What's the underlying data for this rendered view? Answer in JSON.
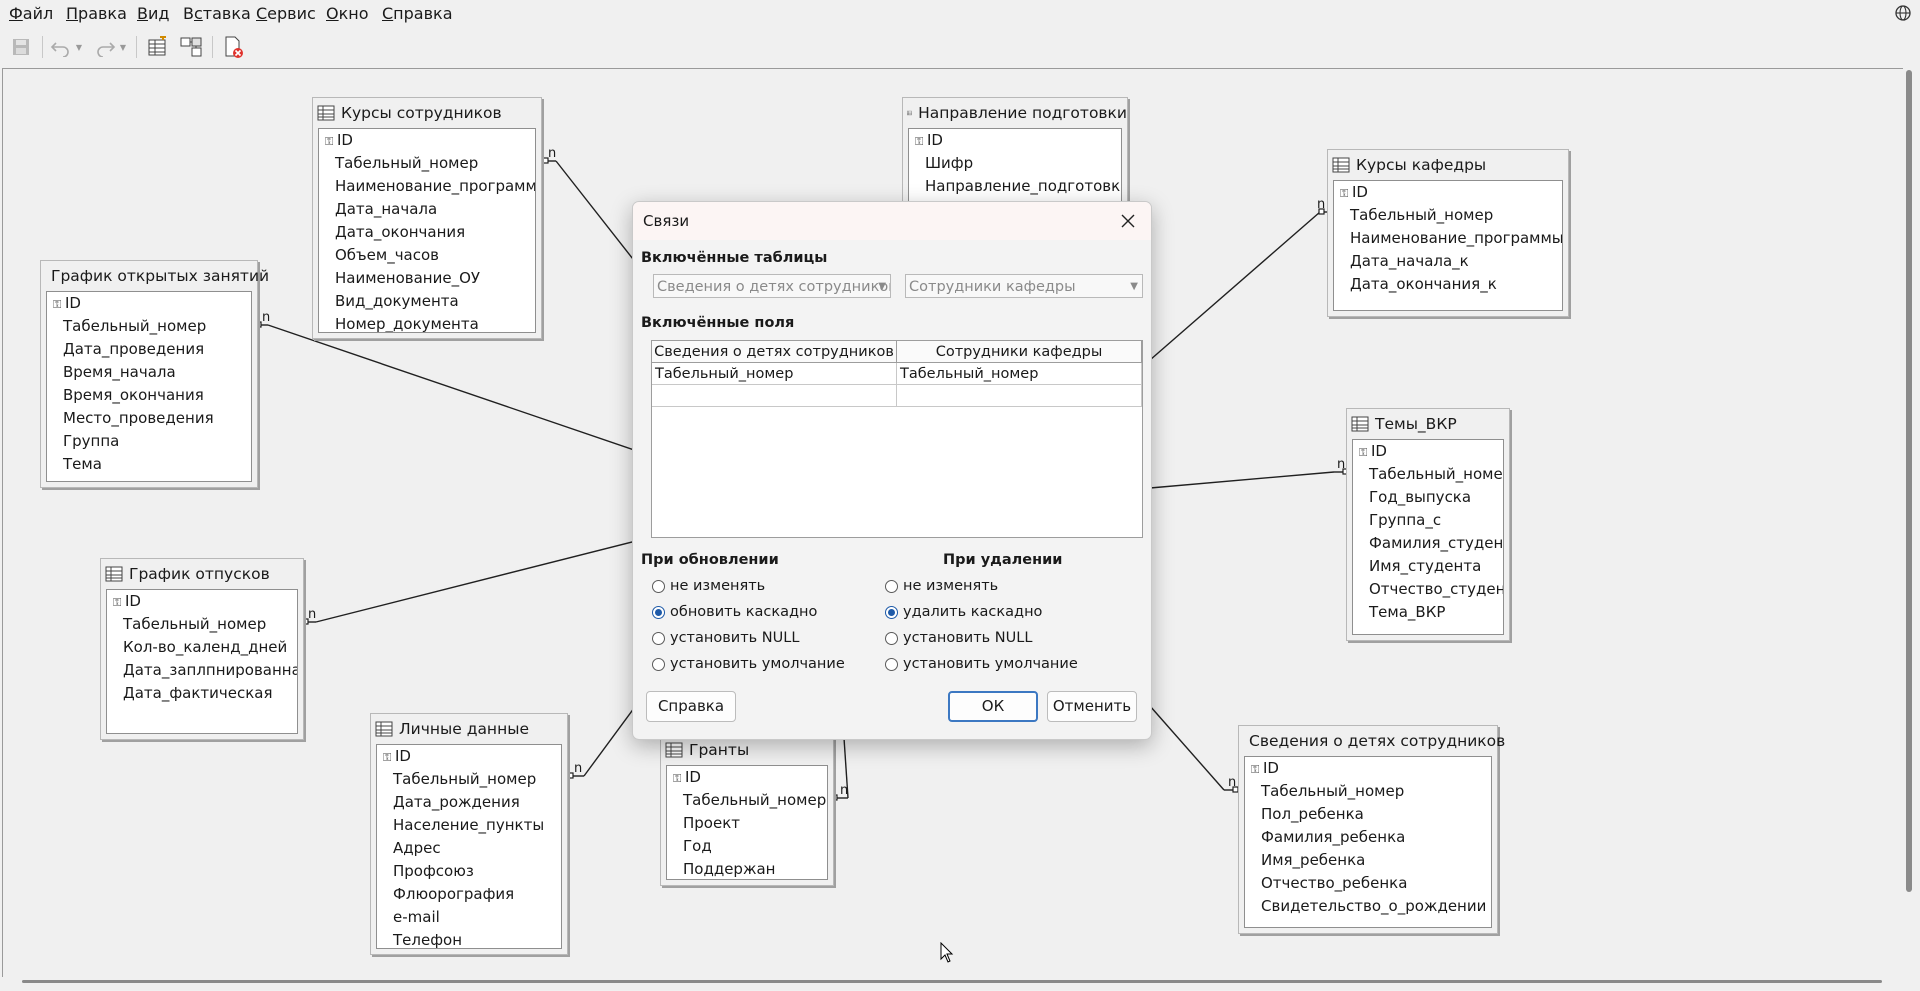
{
  "menu": [
    "Файл",
    "Правка",
    "Вид",
    "Вставка",
    "Сервис",
    "Окно",
    "Справка"
  ],
  "menu_underline": [
    "Ф",
    "П",
    "В",
    "с",
    "С",
    "О",
    "С"
  ],
  "toolbar": {
    "save": "save-icon",
    "undo": "undo-icon",
    "redo": "redo-icon",
    "add_tables": "add-tables-icon",
    "new_relation": "new-relation-icon",
    "delete": "delete-icon"
  },
  "tables": [
    {
      "title": "Курсы сотрудников",
      "fields": [
        "ID",
        "Табельный_номер",
        "Наименование_программы",
        "Дата_начала",
        "Дата_окончания",
        "Объем_часов",
        "Наименование_ОУ",
        "Вид_документа",
        "Номер_документа"
      ]
    },
    {
      "title": "Направление подготовки",
      "fields": [
        "ID",
        "Шифр",
        "Направление_подготовки"
      ]
    },
    {
      "title": "Курсы кафедры",
      "fields": [
        "ID",
        "Табельный_номер",
        "Наименование_программы_к",
        "Дата_начала_к",
        "Дата_окончания_к"
      ]
    },
    {
      "title": "График открытых занятий",
      "fields": [
        "ID",
        "Табельный_номер",
        "Дата_проведения",
        "Время_начала",
        "Время_окончания",
        "Место_проведения",
        "Группа",
        "Тема"
      ]
    },
    {
      "title": "Темы_ВКР",
      "fields": [
        "ID",
        "Табельный_номер",
        "Год_выпуска",
        "Группа_с",
        "Фамилия_студента",
        "Имя_студента",
        "Отчество_студента",
        "Тема_ВКР"
      ]
    },
    {
      "title": "График отпусков",
      "fields": [
        "ID",
        "Табельный_номер",
        "Кол-во_календ_дней",
        "Дата_заплпнированная",
        "Дата_фактическая"
      ]
    },
    {
      "title": "Личные данные",
      "fields": [
        "ID",
        "Табельный_номер",
        "Дата_рождения",
        "Население_пункты",
        "Адрес",
        "Профсоюз",
        "Флюорография",
        "e-mail",
        "Телефон"
      ]
    },
    {
      "title": "Гранты",
      "fields": [
        "ID",
        "Табельный_номер",
        "Проект",
        "Год",
        "Поддержан"
      ]
    },
    {
      "title": "Сведения о детях сотрудников",
      "fields": [
        "ID",
        "Табельный_номер",
        "Пол_ребенка",
        "Фамилия_ребенка",
        "Имя_ребенка",
        "Отчество_ребенка",
        "Свидетельство_о_рождении"
      ]
    }
  ],
  "relation_label": "n",
  "dialog": {
    "title": "Связи",
    "tables_heading": "Включённые таблицы",
    "left_table": "Сведения о детях сотрудников",
    "right_table": "Сотрудники кафедры",
    "fields_heading": "Включённые поля",
    "col_left": "Сведения о детях сотрудников",
    "col_right": "Сотрудники кафедры",
    "rows": [
      [
        "Табельный_номер",
        "Табельный_номер"
      ],
      [
        "",
        ""
      ]
    ],
    "update_heading": "При обновлении",
    "delete_heading": "При удалении",
    "update_options": [
      "не изменять",
      "обновить каскадно",
      "установить NULL",
      "установить умолчание"
    ],
    "update_selected": 1,
    "delete_options": [
      "не изменять",
      "удалить каскадно",
      "установить NULL",
      "установить умолчание"
    ],
    "delete_selected": 1,
    "help": "Справка",
    "ok": "ОК",
    "cancel": "Отменить"
  }
}
